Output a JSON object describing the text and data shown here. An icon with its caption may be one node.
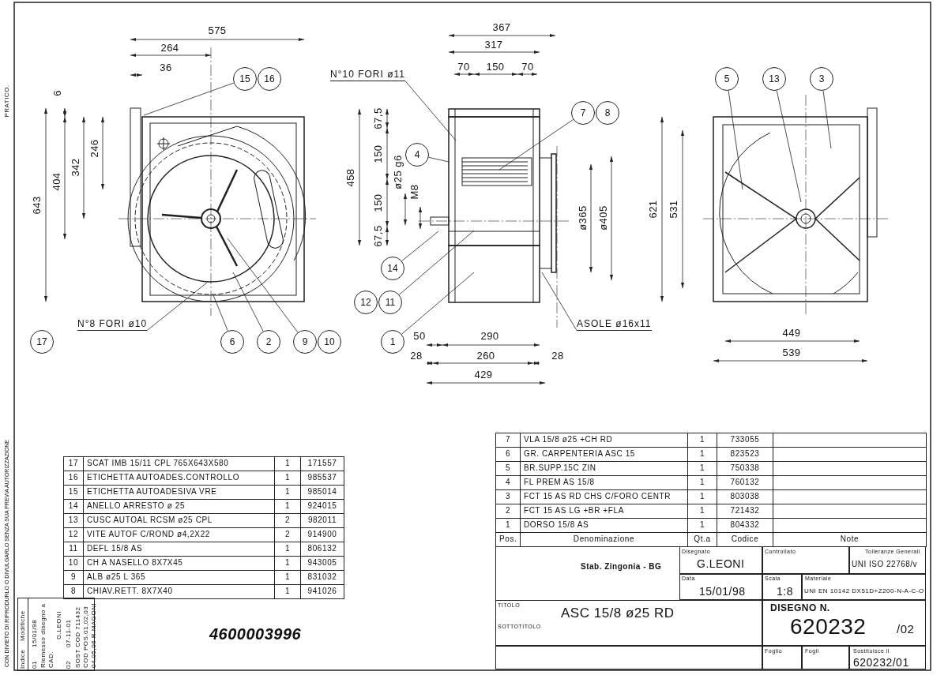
{
  "diagram": {
    "nodes": [
      {
        "text": [
          "15"
        ]
      },
      {
        "text": [
          "16"
        ]
      },
      {
        "text": [
          "N°10 FORI ø11"
        ]
      },
      {
        "text": [
          "5"
        ]
      },
      {
        "text": [
          "13"
        ]
      },
      {
        "text": [
          "3"
        ]
      },
      {
        "text": [
          "7"
        ]
      },
      {
        "text": [
          "8"
        ]
      },
      {
        "text": [
          "4"
        ]
      },
      {
        "text": [
          "14"
        ]
      },
      {
        "text": [
          "12"
        ]
      },
      {
        "text": [
          "11"
        ]
      },
      {
        "text": [
          "N°8 FORI ø10"
        ]
      },
      {
        "text": [
          "ASOLE ø16x11"
        ]
      },
      {
        "text": [
          "17"
        ]
      },
      {
        "text": [
          "6"
        ]
      },
      {
        "text": [
          "2"
        ]
      },
      {
        "text": [
          "9"
        ]
      },
      {
        "text": [
          "10"
        ]
      },
      {
        "text": [
          "1"
        ]
      }
    ],
    "edges": [
      {
        "from": 0,
        "to": null,
        "arrow": "none"
      },
      {
        "from": 2,
        "to": null,
        "arrow": "none"
      },
      {
        "from": 3,
        "to": null,
        "arrow": "none"
      },
      {
        "from": 4,
        "to": null,
        "arrow": "none"
      },
      {
        "from": 5,
        "to": null,
        "arrow": "none"
      },
      {
        "from": 6,
        "to": null,
        "arrow": "none"
      },
      {
        "from": 8,
        "to": null,
        "arrow": "none"
      },
      {
        "from": 9,
        "to": null,
        "arrow": "none"
      },
      {
        "from": 11,
        "to": null,
        "arrow": "none"
      },
      {
        "from": 12,
        "to": null,
        "arrow": "none"
      },
      {
        "from": 13,
        "to": null,
        "arrow": "none"
      },
      {
        "from": 15,
        "to": null,
        "arrow": "none"
      },
      {
        "from": 16,
        "to": null,
        "arrow": "none"
      },
      {
        "from": 17,
        "to": null,
        "arrow": "none"
      },
      {
        "from": 19,
        "to": null,
        "arrow": "none"
      }
    ],
    "labels": [
      "575",
      "264",
      "36",
      "367",
      "317",
      "70",
      "150",
      "70",
      "6",
      "PRATICO.",
      "643",
      "404",
      "342",
      "246",
      "458",
      "67,5",
      "150",
      "150",
      "67,5",
      "ø25 g6",
      "M8",
      "ø365",
      "ø405",
      "621",
      "531",
      "50",
      "290",
      "28",
      "260",
      "28",
      "429",
      "449",
      "539",
      "7",
      "VLA 15/8 ø25 +CH RD",
      "1",
      "733055",
      "6",
      "GR. CARPENTERIA ASC 15",
      "1",
      "823523",
      "5",
      "BR.SUPP.15C ZIN",
      "1",
      "750338",
      "4",
      "FL PREM AS 15/8",
      "1",
      "760132",
      "3",
      "FCT 15 AS RD CHS C/FORO CENTR",
      "1",
      "803038",
      "2",
      "FCT 15 AS LG +BR +FLA",
      "1",
      "721432",
      "1",
      "DORSO 15/8 AS",
      "1",
      "804332",
      "Pos.",
      "Denominazione",
      "Qt.a",
      "Codice",
      "Note",
      "17",
      "SCAT IMB 15/11 CPL 765X643X580",
      "1",
      "171557",
      "16",
      "ETICHETTA AUTOADES.CONTROLLO",
      "1",
      "985537",
      "15",
      "ETICHETTA AUTOADESIVA VRE",
      "1",
      "985014",
      "14",
      "ANELLO ARRESTO ø 25",
      "1",
      "924015",
      "13",
      "CUSC AUTOAL RCSM ø25 CPL",
      "2",
      "982011",
      "12",
      "VITE AUTOF C/ROND ø4,2X22",
      "2",
      "914900",
      "11",
      "DEFL 15/8 AS",
      "1",
      "806132",
      "10",
      "CH A NASELLO 8X7X45",
      "1",
      "943005",
      "9",
      "ALB ø25 L 365",
      "1",
      "831032",
      "8",
      "CHIAV.RETT. 8X7X40",
      "1",
      "941026",
      "Stab. Zingonia - BG",
      "Disegnato",
      "G.LEONI",
      "Controllato",
      "Tolleranze Generali",
      "UNI ISO 22768/v",
      "Data",
      "15/01/98",
      "Scala",
      "1:8",
      "Materiale",
      "UNI EN 10142 DX51D+Z200-N-A-C-O",
      "TITOLO",
      "ASC 15/8 ø25 RD",
      "DISEGNO N.",
      "620232",
      "/02",
      "SOTTOTITOLO",
      "Foglio",
      "Fogli",
      "Sostituisce il",
      "620232/01",
      "4600003996",
      "Indice",
      "Modifiche",
      "01",
      "15/01/98",
      "Riemesso disegno a CAD.",
      "G.LEONI",
      "02",
      "07-11-01",
      "SOST COD 711432 COD POS.01,02,03 04,05,06 R.MAGONI",
      "CON DIVIETO DI RIPRODURLO O DIVULGARLO SENZA SUA PREVIA AUTORIZZAZIONE"
    ]
  }
}
